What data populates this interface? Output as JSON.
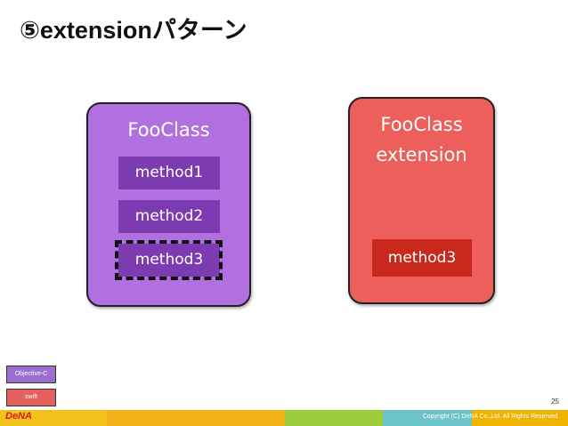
{
  "slide": {
    "title": "⑤extensionパターン",
    "page_number": "25",
    "logo": "DeNA",
    "copyright": "Copyright (C) DeNA Co.,Ltd. All Rights Reserved."
  },
  "diagram": {
    "left_box": {
      "title": "FooClass",
      "methods": [
        "method1",
        "method2",
        "method3"
      ],
      "dashed_method_index": 2
    },
    "right_box": {
      "title_line1": "FooClass",
      "title_line2": "extension",
      "method": "method3"
    }
  },
  "legend": {
    "objc": "Objective-C",
    "swift": "swift"
  },
  "colors": {
    "left_box": "#b26fe0",
    "left_method": "#7c3bb0",
    "right_box": "#ec5f5a",
    "right_method": "#c8291c",
    "bar": [
      "#f3c21a",
      "#f2b318",
      "#9ccb3b",
      "#6cc3c8",
      "#f0b400"
    ]
  }
}
